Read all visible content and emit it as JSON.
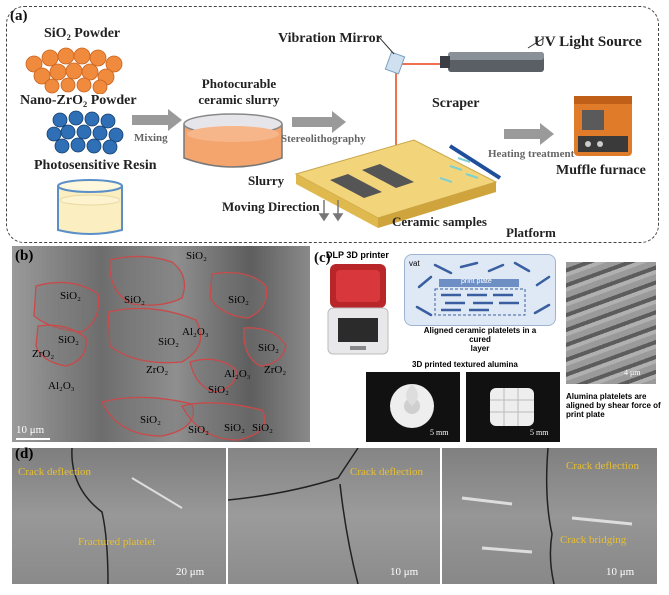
{
  "panel_a": {
    "label": "(a)",
    "sio2_powder": "SiO₂ Powder",
    "zro2_powder": "Nano-ZrO₂ Powder",
    "resin": "Photosensitive Resin",
    "mixing": "Mixing",
    "slurry_title_1": "Photocurable",
    "slurry_title_2": "ceramic slurry",
    "stereolithography": "Stereolithography",
    "vibration_mirror": "Vibration Mirror",
    "uv_source": "UV Light Source",
    "scraper": "Scraper",
    "heating": "Heating treatment",
    "muffle": "Muffle furnace",
    "slurry": "Slurry",
    "moving_direction": "Moving Direction",
    "ceramic_samples": "Ceramic samples",
    "platform": "Platform"
  },
  "panel_b": {
    "label": "(b)",
    "sio2": "SiO₂",
    "al2o3": "Al₂O₃",
    "zro2": "ZrO₂",
    "scale": "10 μm"
  },
  "panel_c": {
    "label": "(c)",
    "dlp": "DLP 3D printer",
    "vat": "vat",
    "print_plate": "print plate",
    "aligned_1": "Aligned ceramic platelets in a cured",
    "aligned_2": "layer",
    "textured": "3D printed textured alumina",
    "scale_5mm": "5 mm",
    "scale_4um": "4 μm",
    "alumina_1": "Alumina platelets are",
    "alumina_2": "aligned by shear force of",
    "alumina_3": "print plate"
  },
  "panel_d": {
    "label": "(d)",
    "crack_deflection": "Crack deflection",
    "fractured_platelet": "Fractured platelet",
    "crack_bridging": "Crack bridging",
    "scale_20": "20 μm",
    "scale_10": "10 μm"
  },
  "colors": {
    "sio2_sphere": "#f08a3c",
    "zro2_sphere": "#2f6fb5",
    "slurry": "#f4a56e",
    "platform": "#f2d57a",
    "uv_beam": "#f07050",
    "grain_outline": "#c84a4a",
    "annotation": "#e8c030",
    "furnace": "#e07b2a"
  }
}
